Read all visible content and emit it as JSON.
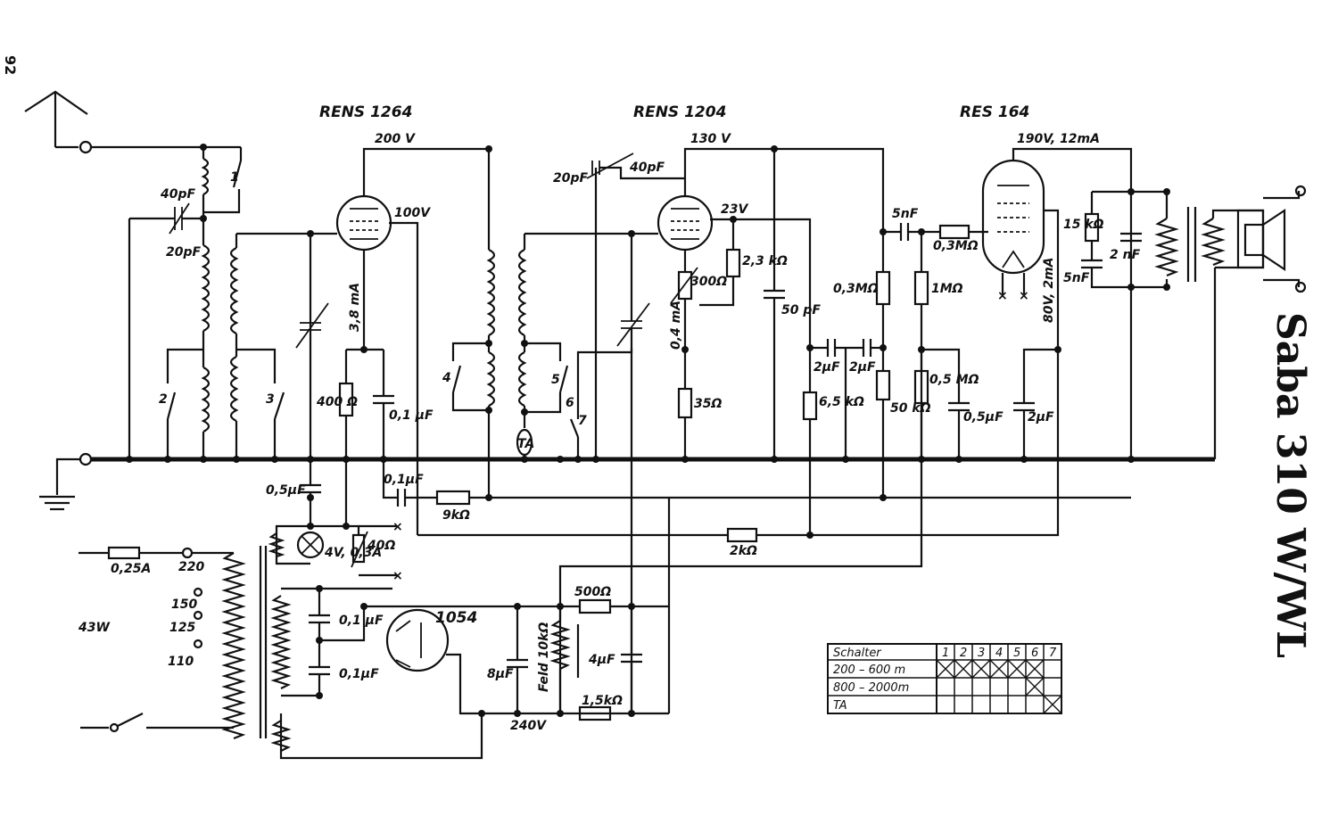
{
  "page_number": "92",
  "title": "Saba 310 W/WL",
  "tubes": {
    "v1": "RENS 1264",
    "v2": "RENS 1204",
    "v3": "RES 164",
    "rect": "1054"
  },
  "voltages": {
    "v1_anode": "200 V",
    "v1_screen": "100V",
    "v2_anode": "130 V",
    "v2_screen": "23V",
    "v3_anode": "190V, 12mA",
    "v3_screen": "80V, 2mA",
    "v1_current": "3,8 mA",
    "v2_current": "0,4 mA",
    "rect_out": "240V",
    "lamp": "4V, 0,3A"
  },
  "components": {
    "c_ant_1": "40pF",
    "c_ant_2": "20pF",
    "c_reg_1": "20pF",
    "c_reg_2": "40pF",
    "r_400": "400 Ω",
    "c_01_a": "0,1 µF",
    "c_05_a": "0,5µF",
    "c_01_b": "0,1µF",
    "r_9k": "9kΩ",
    "r_40": "40Ω",
    "r_2k": "2kΩ",
    "r_23k": "2,3 kΩ",
    "r_300": "300Ω",
    "r_35": "35Ω",
    "c_50p": "50 pF",
    "r_65k": "6,5 kΩ",
    "c_2u_a": "2µF",
    "c_2u_b": "2µF",
    "r_03m_a": "0,3MΩ",
    "r_50k": "50 kΩ",
    "c_5n_a": "5nF",
    "r_03m_b": "0,3MΩ",
    "r_1m": "1MΩ",
    "r_05m": "0,5 MΩ",
    "c_05u": "0,5µF",
    "c_2u_c": "2µF",
    "r_15k": "15 kΩ",
    "c_2n": "2 nF",
    "c_5n_b": "5nF",
    "fuse": "0,25A",
    "tap_220": "220",
    "tap_150": "150",
    "tap_125": "125",
    "tap_110": "110",
    "power": "43W",
    "c_01_c": "0,1 µF",
    "c_01_d": "0,1µF",
    "c_8u": "8µF",
    "field": "Feld 10kΩ",
    "r_500": "500Ω",
    "c_4u": "4µF",
    "r_15k_b": "1,5kΩ"
  },
  "switch_labels": [
    "1",
    "2",
    "3",
    "4",
    "5",
    "6",
    "7",
    "TA"
  ],
  "switch_table": {
    "header": "Schalter",
    "columns": [
      "1",
      "2",
      "3",
      "4",
      "5",
      "6",
      "7"
    ],
    "rows": [
      {
        "label": "200 – 600 m",
        "marks": [
          true,
          true,
          true,
          true,
          true,
          true,
          false
        ]
      },
      {
        "label": "800 – 2000m",
        "marks": [
          false,
          false,
          false,
          false,
          false,
          true,
          false
        ]
      },
      {
        "label": "TA",
        "marks": [
          false,
          false,
          false,
          false,
          false,
          false,
          true
        ]
      }
    ]
  }
}
